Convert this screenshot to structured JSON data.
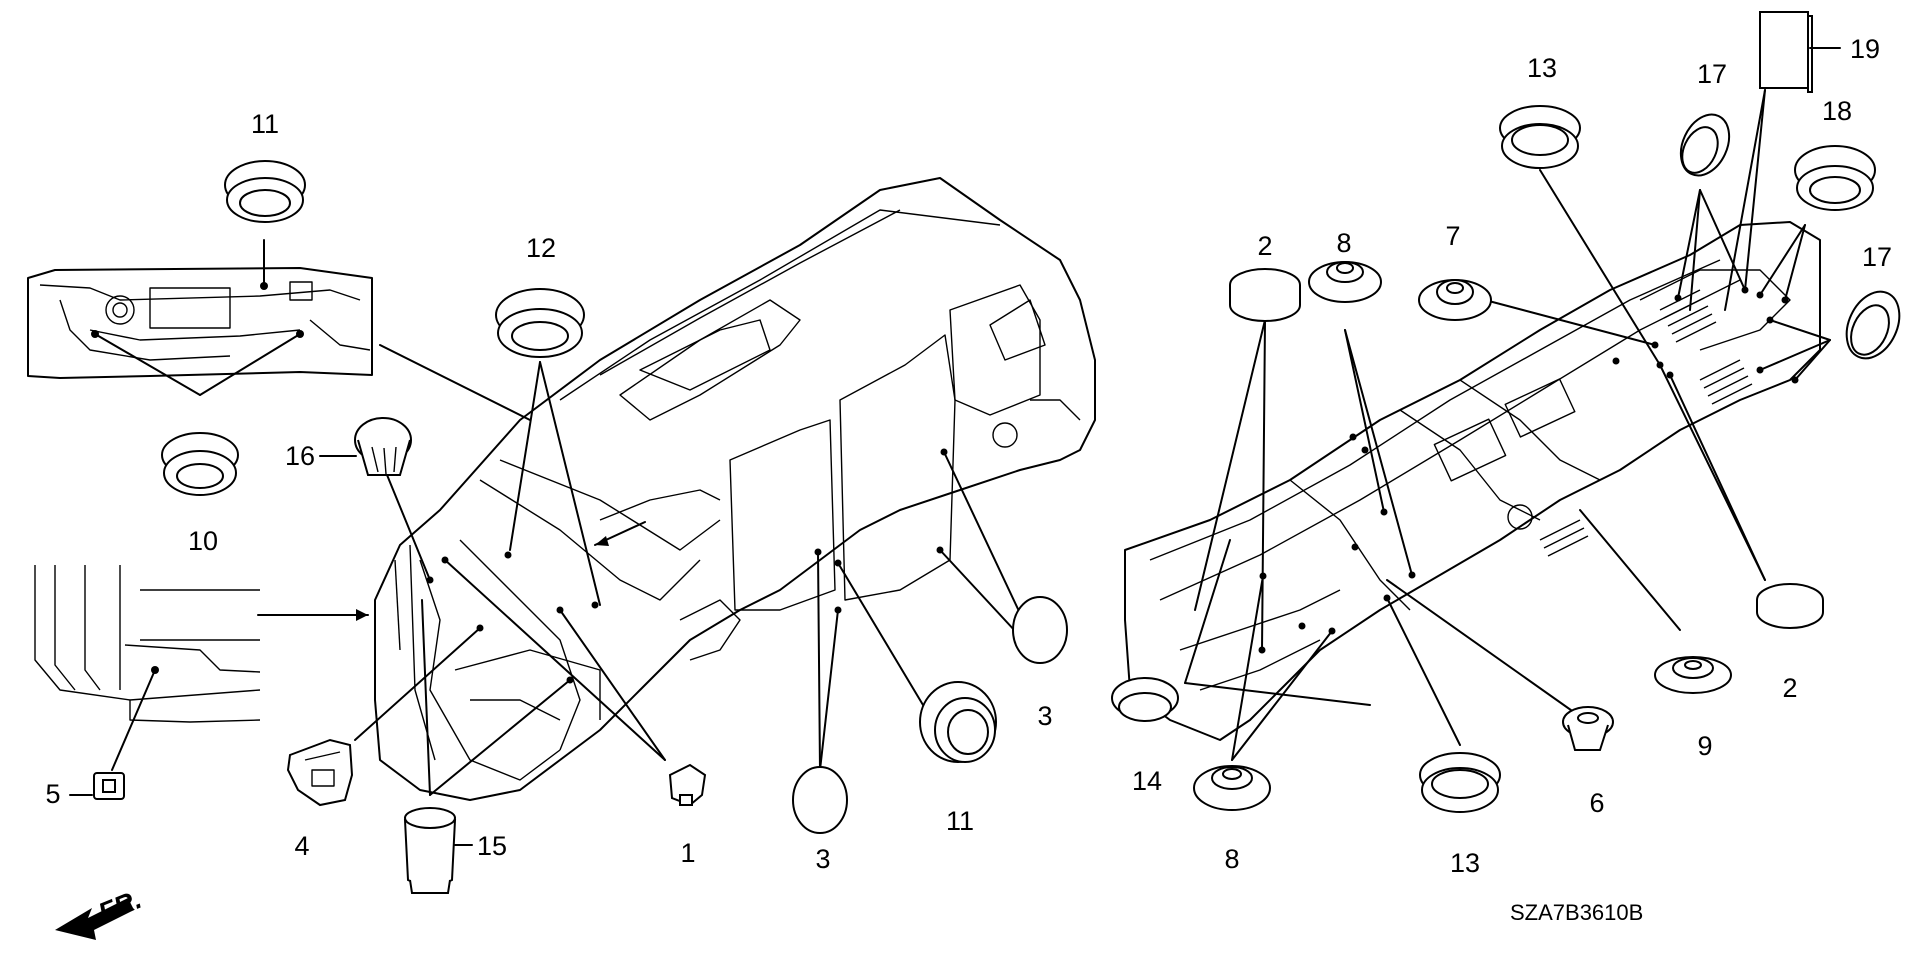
{
  "diagram": {
    "code": "SZA7B3610B",
    "front_marker": "FR.",
    "callouts": [
      {
        "id": "c1",
        "label": "1"
      },
      {
        "id": "c2a",
        "label": "2"
      },
      {
        "id": "c2b",
        "label": "2"
      },
      {
        "id": "c3a",
        "label": "3"
      },
      {
        "id": "c3b",
        "label": "3"
      },
      {
        "id": "c4",
        "label": "4"
      },
      {
        "id": "c5",
        "label": "5"
      },
      {
        "id": "c6",
        "label": "6"
      },
      {
        "id": "c7",
        "label": "7"
      },
      {
        "id": "c8a",
        "label": "8"
      },
      {
        "id": "c8b",
        "label": "8"
      },
      {
        "id": "c9",
        "label": "9"
      },
      {
        "id": "c10",
        "label": "10"
      },
      {
        "id": "c11a",
        "label": "11"
      },
      {
        "id": "c11b",
        "label": "11"
      },
      {
        "id": "c12",
        "label": "12"
      },
      {
        "id": "c13a",
        "label": "13"
      },
      {
        "id": "c13b",
        "label": "13"
      },
      {
        "id": "c14",
        "label": "14"
      },
      {
        "id": "c15",
        "label": "15"
      },
      {
        "id": "c16",
        "label": "16"
      },
      {
        "id": "c17a",
        "label": "17"
      },
      {
        "id": "c17b",
        "label": "17"
      },
      {
        "id": "c18",
        "label": "18"
      },
      {
        "id": "c19",
        "label": "19"
      }
    ]
  }
}
